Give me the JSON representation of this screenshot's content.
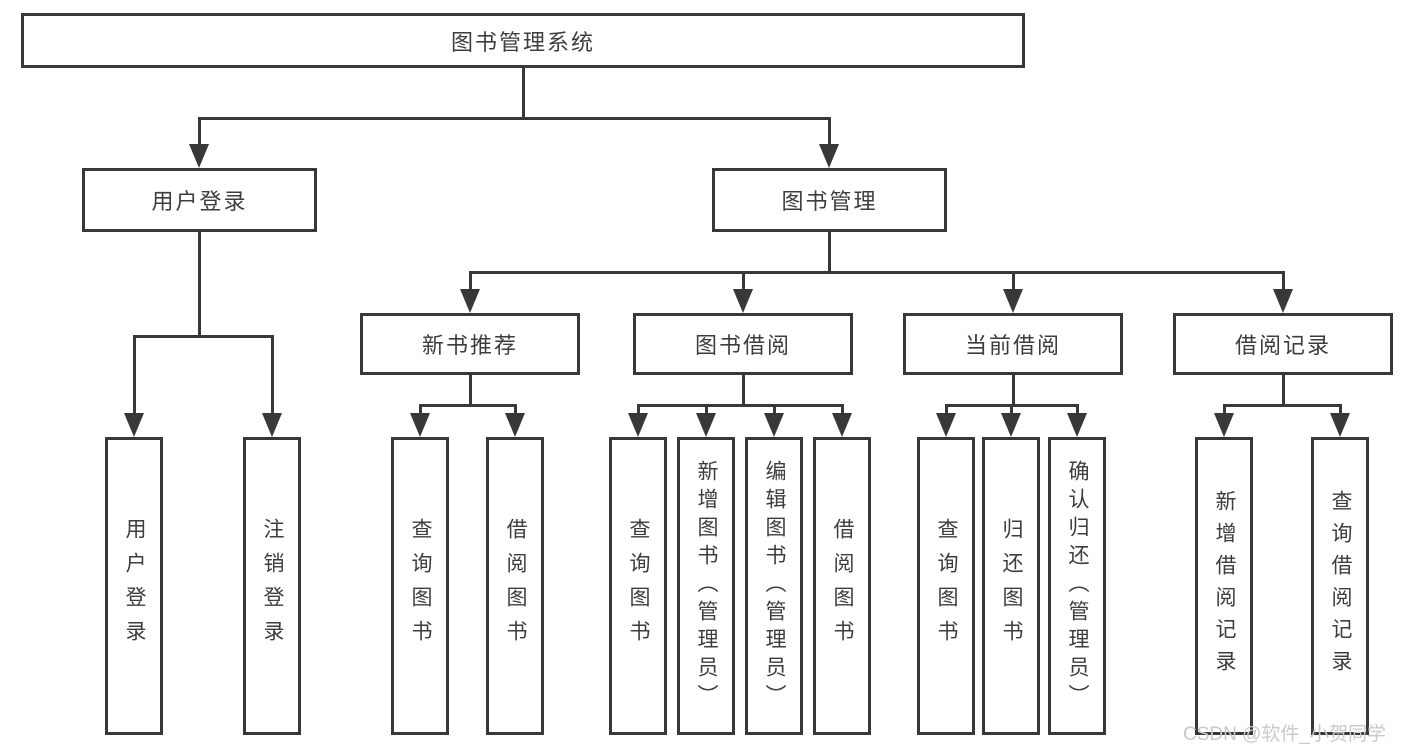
{
  "nodes": {
    "root": "图书管理系统",
    "userLogin": "用户登录",
    "bookMgmt": "图书管理",
    "newBook": "新书推荐",
    "bookBorrow": "图书借阅",
    "currentBorrow": "当前借阅",
    "borrowRecord": "借阅记录",
    "leaf_userLogin": "用户登录",
    "leaf_logout": "注销登录",
    "leaf_nb_query": "查询图书",
    "leaf_nb_borrow": "借阅图书",
    "leaf_bb_query": "查询图书",
    "leaf_bb_add": "新增图书（管理员）",
    "leaf_bb_edit": "编辑图书（管理员）",
    "leaf_bb_borrow": "借阅图书",
    "leaf_cb_query": "查询图书",
    "leaf_cb_return": "归还图书",
    "leaf_cb_confirm": "确认归还（管理员）",
    "leaf_br_add": "新增借阅记录",
    "leaf_br_query": "查询借阅记录"
  },
  "watermark": {
    "text": "CSDN @软件_小贺同学"
  },
  "colors": {
    "line": "#383838",
    "text": "#3d3d3d",
    "watermark": "#c9c9c9"
  }
}
